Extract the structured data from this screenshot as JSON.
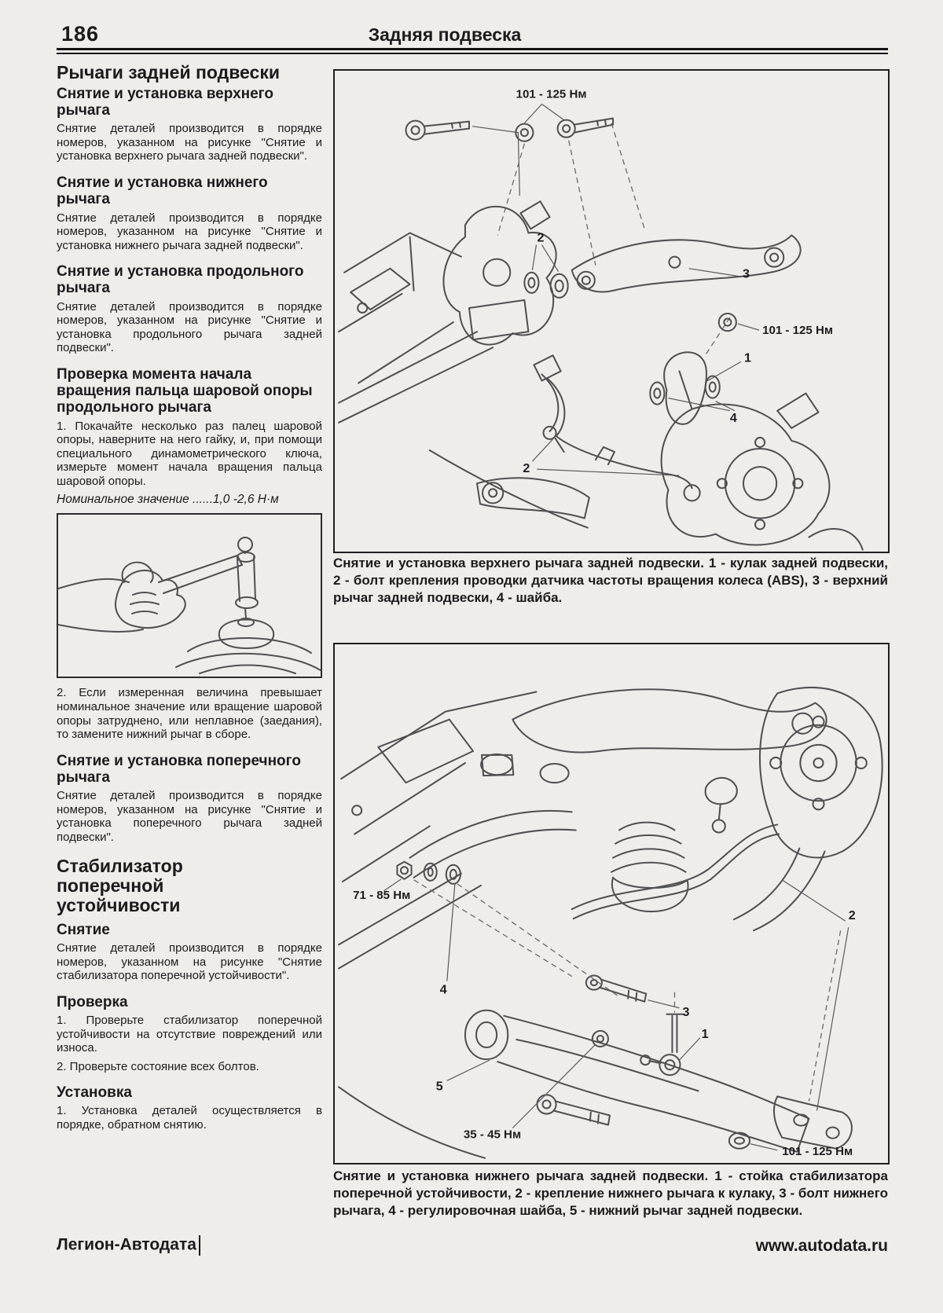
{
  "header": {
    "page_number": "186",
    "title": "Задняя подвеска"
  },
  "left": {
    "h1_levers": "Рычаги задней подвески",
    "s1_title": "Снятие и установка верхнего рычага",
    "s1_body": "Снятие деталей производится в порядке номеров, указанном на рисунке \"Снятие и установка верхнего рычага задней подвески\".",
    "s2_title": "Снятие и установка нижнего рычага",
    "s2_body": "Снятие деталей производится в порядке номеров, указанном на рисунке \"Снятие и установка нижнего рычага задней подвески\".",
    "s3_title": "Снятие и установка продольного рычага",
    "s3_body": "Снятие деталей производится в порядке номеров, указанном на рисунке \"Снятие и установка продольного рычага задней подвески\".",
    "s4_title": "Проверка момента начала вращения пальца шаровой опоры продольного рычага",
    "s4_step1": "1. Покачайте несколько раз палец шаровой опоры, наверните на него гайку, и, при помощи специального динамометрического ключа, измерьте момент начала вращения пальца шаровой опоры.",
    "s4_nominal": "Номинальное значение ......1,0 -2,6 Н·м",
    "s4_step2": "2. Если измеренная величина превышает номинальное значение или вращение шаровой опоры затруднено, или неплавное (заедания), то замените нижний рычаг в сборе.",
    "s5_title": "Снятие и установка поперечного рычага",
    "s5_body": "Снятие деталей производится в порядке номеров, указанном на рисунке \"Снятие и установка поперечного рычага задней подвески\".",
    "h1_stab": "Стабилизатор поперечной устойчивости",
    "s6_title": "Снятие",
    "s6_body": "Снятие деталей производится в порядке номеров, указанном на рисунке \"Снятие стабилизатора поперечной устойчивости\".",
    "s7_title": "Проверка",
    "s7_step1": "1. Проверьте стабилизатор поперечной устойчивости на отсутствие повреждений или износа.",
    "s7_step2": "2. Проверьте состояние всех болтов.",
    "s8_title": "Установка",
    "s8_step1": "1. Установка деталей осуществляется в порядке, обратном снятию."
  },
  "fig1": {
    "torque_top": "101 - 125 Нм",
    "torque_right": "101 - 125 Нм",
    "n1": "1",
    "n2a": "2",
    "n2b": "2",
    "n3": "3",
    "n4": "4",
    "caption": "Снятие и установка верхнего рычага задней подвески. 1 - кулак задней подвески, 2 - болт крепления проводки датчика частоты вращения колеса (ABS), 3 - верхний рычаг задней подвески, 4 - шайба."
  },
  "fig2": {
    "torque_left": "71 - 85 Нм",
    "torque_center": "35 - 45 Нм",
    "torque_right": "101 - 125 Нм",
    "n1": "1",
    "n2": "2",
    "n3": "3",
    "n4": "4",
    "n5": "5",
    "caption": "Снятие и установка нижнего рычага задней подвески. 1 - стойка стабилизатора поперечной устойчивости, 2 - крепление нижнего рычага к кулаку, 3 - болт нижнего рычага, 4 - регулировочная шайба, 5 - нижний рычаг задней подвески."
  },
  "footer": {
    "left": "Легион-Автодата",
    "right": "www.autodata.ru"
  }
}
